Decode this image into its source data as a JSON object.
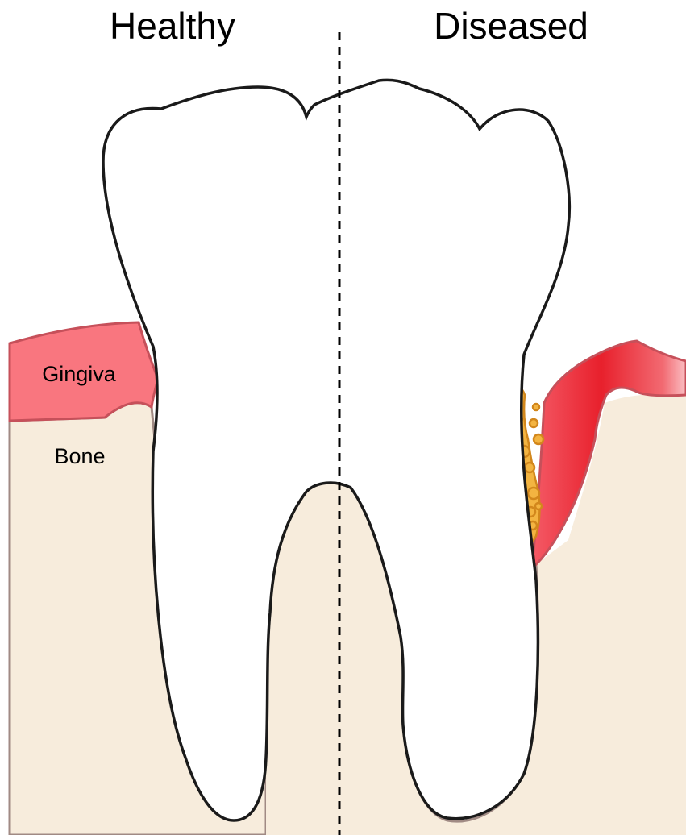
{
  "headings": {
    "left": "Healthy",
    "right": "Diseased"
  },
  "labels": {
    "gingiva": "Gingiva",
    "bone": "Bone"
  },
  "colors": {
    "bone_fill": "#f7ecdc",
    "bone_outline": "#a08a84",
    "gingiva_fill": "#f9767f",
    "gingiva_outline": "#c6505a",
    "inflamed_gingiva": "#e8202c",
    "calculus_fill": "#f3b441",
    "calculus_outline": "#d2871c",
    "tooth_fill": "#ffffff",
    "tooth_outline": "#1a1a1a"
  }
}
